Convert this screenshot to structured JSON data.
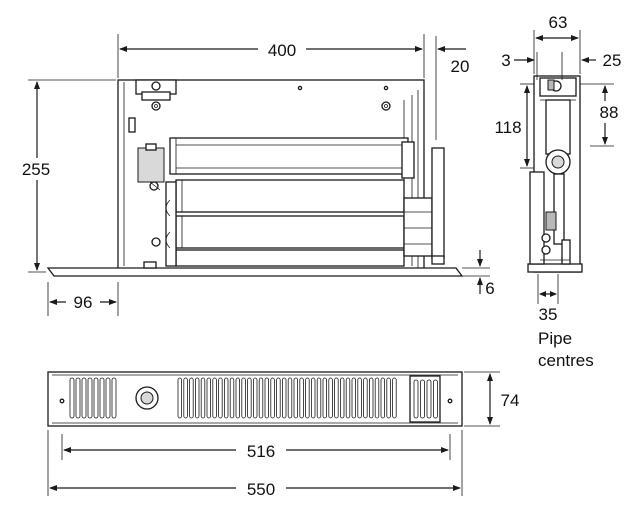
{
  "dimensions": {
    "width_400": "400",
    "offset_20": "20",
    "height_255": "255",
    "depth_96": "96",
    "gap_6": "6",
    "side_width_63": "63",
    "side_left_3": "3",
    "side_right_25": "25",
    "side_height_118": "118",
    "side_height_88": "88",
    "pipe_35": "35",
    "front_height_74": "74",
    "front_inner_516": "516",
    "front_overall_550": "550"
  },
  "notes": {
    "pipe_line1": "Pipe",
    "pipe_line2": "centres"
  }
}
